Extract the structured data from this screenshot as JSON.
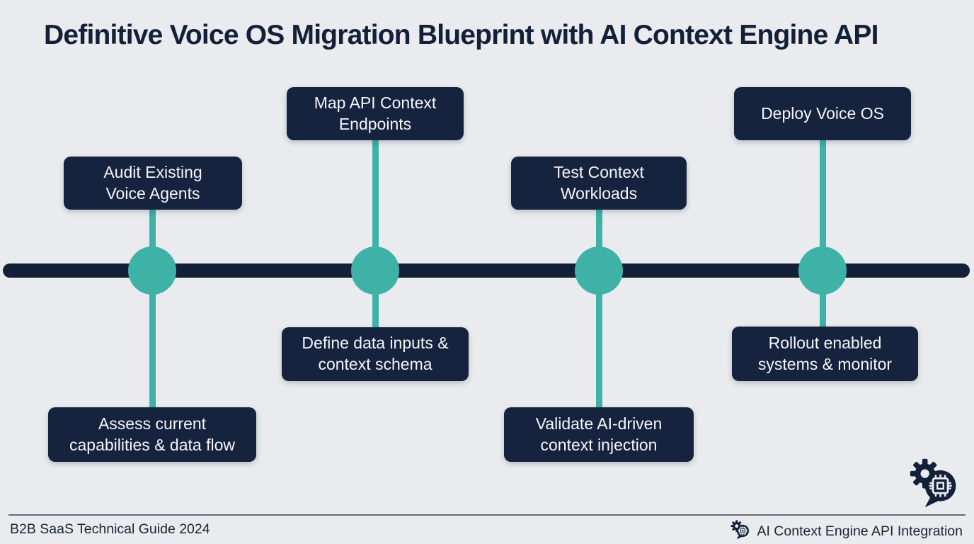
{
  "title": "Definitive Voice OS Migration Blueprint with AI Context Engine API",
  "colors": {
    "background": "#e9ebee",
    "box_navy": "#16233e",
    "timeline_navy": "#141f38",
    "accent_teal": "#3fb2a7",
    "box_text": "#f4f6f8",
    "footer_text": "#1b2534"
  },
  "timeline": {
    "type": "horizontal-milestone-timeline",
    "nodes": [
      {
        "above": "Audit Existing\nVoice Agents",
        "below": "Assess current\ncapabilities & data flow"
      },
      {
        "above": "Map API Context\nEndpoints",
        "below": "Define data inputs &\ncontext schema"
      },
      {
        "above": "Test Context\nWorkloads",
        "below": "Validate AI-driven\ncontext injection"
      },
      {
        "above": "Deploy Voice OS",
        "below": "Rollout enabled\nsystems & monitor"
      }
    ]
  },
  "footer": {
    "left": "B2B SaaS Technical Guide 2024",
    "right": "AI Context Engine API Integration"
  },
  "icons": {
    "logo": "gear-chip-speech-bubble"
  }
}
